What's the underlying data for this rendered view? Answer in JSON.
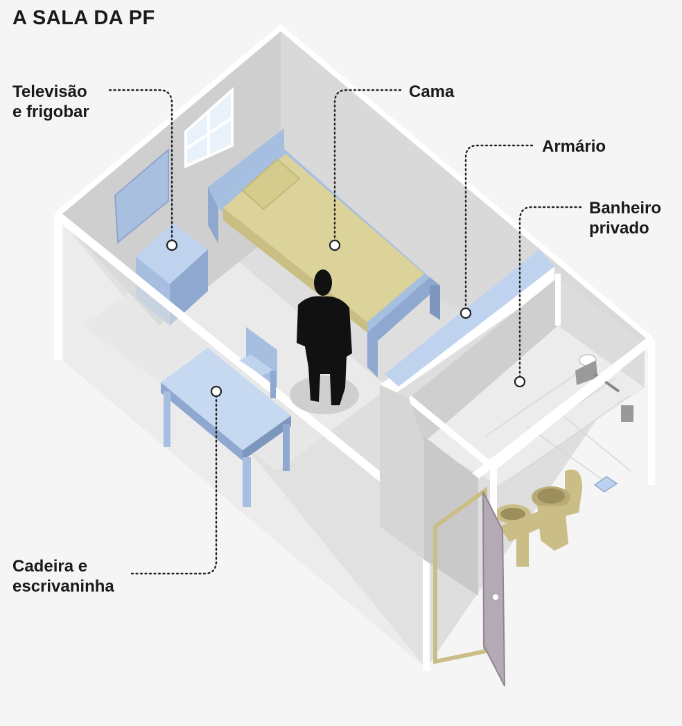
{
  "title": "A SALA DA PF",
  "labels": {
    "tv": [
      "Televisão",
      "e frigobar"
    ],
    "cama": [
      "Cama"
    ],
    "armario": [
      "Armário"
    ],
    "banheiro": [
      "Banheiro",
      "privado"
    ],
    "escrivaninha": [
      "Cadeira e",
      "escrivaninha"
    ]
  },
  "colors": {
    "wall_inner": "#d2d2d2",
    "wall_outer": "#e4e4e4",
    "floor": "#dedede",
    "furniture_blue": "#a6bfe0",
    "mattress": "#dcd39a",
    "bathroom_fixture": "#cbbd86",
    "silhouette": "#111111",
    "door": "#b3aab6"
  }
}
